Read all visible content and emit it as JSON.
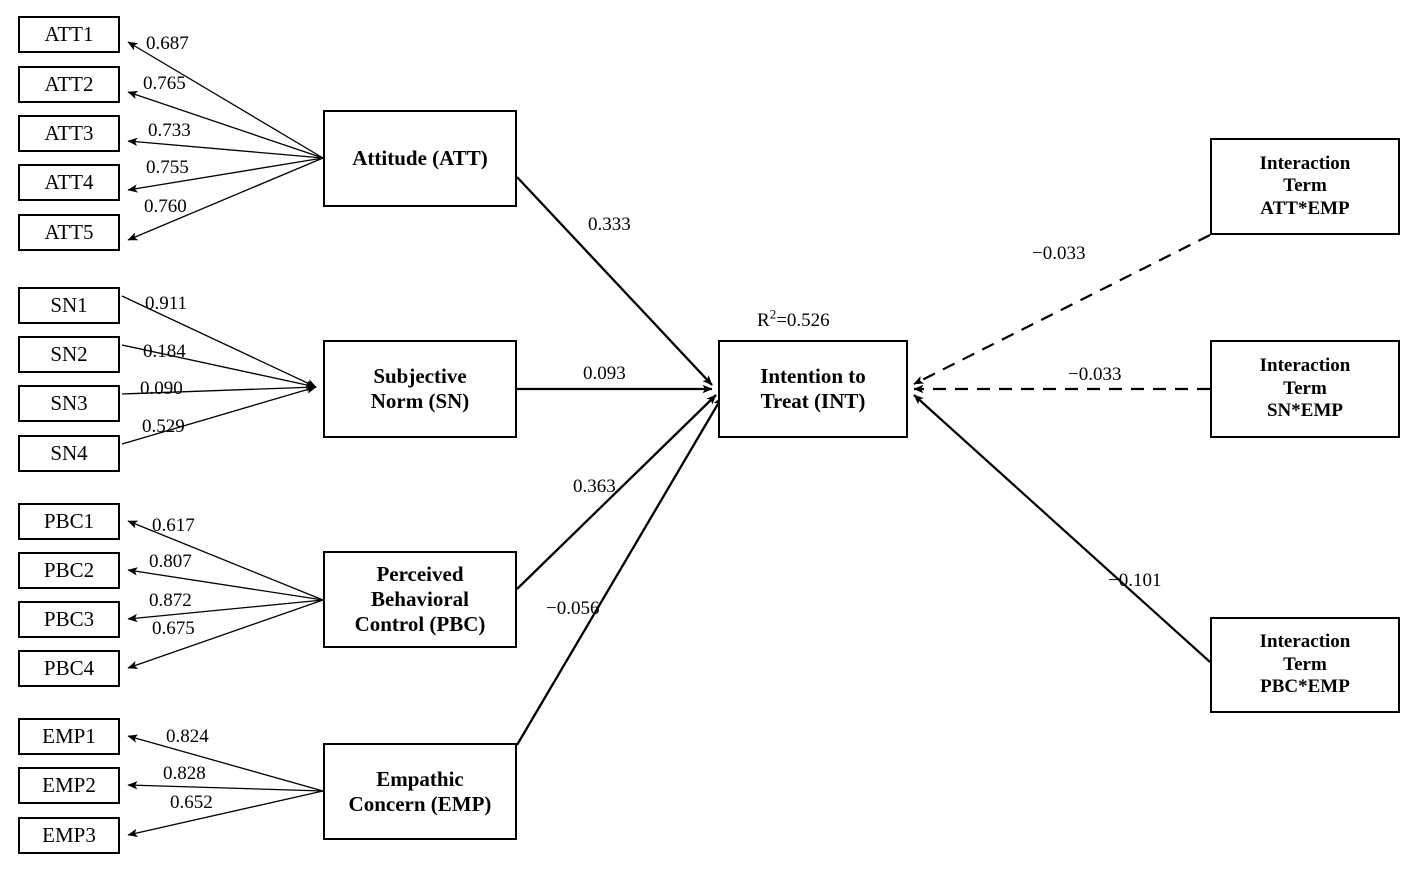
{
  "diagram": {
    "title": "Structural equation model of intention to treat",
    "type": "path-model",
    "r2_label": "R",
    "r2_sup": "2",
    "r2_value": "=0.526"
  },
  "indicators": {
    "att": [
      {
        "id": "ATT1",
        "label": "ATT1",
        "loading": "0.687"
      },
      {
        "id": "ATT2",
        "label": "ATT2",
        "loading": "0.765"
      },
      {
        "id": "ATT3",
        "label": "ATT3",
        "loading": "0.733"
      },
      {
        "id": "ATT4",
        "label": "ATT4",
        "loading": "0.755"
      },
      {
        "id": "ATT5",
        "label": "ATT5",
        "loading": "0.760"
      }
    ],
    "sn": [
      {
        "id": "SN1",
        "label": "SN1",
        "loading": "0.911"
      },
      {
        "id": "SN2",
        "label": "SN2",
        "loading": "0.184"
      },
      {
        "id": "SN3",
        "label": "SN3",
        "loading": "0.090"
      },
      {
        "id": "SN4",
        "label": "SN4",
        "loading": "0.529"
      }
    ],
    "pbc": [
      {
        "id": "PBC1",
        "label": "PBC1",
        "loading": "0.617"
      },
      {
        "id": "PBC2",
        "label": "PBC2",
        "loading": "0.807"
      },
      {
        "id": "PBC3",
        "label": "PBC3",
        "loading": "0.872"
      },
      {
        "id": "PBC4",
        "label": "PBC4",
        "loading": "0.675"
      }
    ],
    "emp": [
      {
        "id": "EMP1",
        "label": "EMP1",
        "loading": "0.824"
      },
      {
        "id": "EMP2",
        "label": "EMP2",
        "loading": "0.828"
      },
      {
        "id": "EMP3",
        "label": "EMP3",
        "loading": "0.652"
      }
    ]
  },
  "constructs": {
    "att": {
      "label": "Attitude (ATT)"
    },
    "sn": {
      "label": "Subjective\nNorm (SN)"
    },
    "pbc": {
      "label": "Perceived\nBehavioral\nControl (PBC)"
    },
    "emp": {
      "label": "Empathic\nConcern (EMP)"
    },
    "int": {
      "label": "Intention to\nTreat (INT)"
    }
  },
  "moderators": {
    "att_emp": {
      "label": "Interaction\nTerm\nATT*EMP"
    },
    "sn_emp": {
      "label": "Interaction\nTerm\nSN*EMP"
    },
    "pbc_emp": {
      "label": "Interaction\nTerm\nPBC*EMP"
    }
  },
  "structural_paths": {
    "att_to_int": "0.333",
    "sn_to_int": "0.093",
    "pbc_to_int": "0.363",
    "emp_to_int": "−0.056",
    "att_emp_to_int": "−0.033",
    "sn_emp_to_int": "−0.033",
    "pbc_emp_to_int": "−0.101"
  },
  "chart_data": {
    "type": "diagram",
    "title": "PLS-SEM path model: Intention to Treat",
    "measurement_model": [
      {
        "construct": "Attitude (ATT)",
        "mode": "reflective",
        "items": [
          "ATT1",
          "ATT2",
          "ATT3",
          "ATT4",
          "ATT5"
        ],
        "loadings": [
          0.687,
          0.765,
          0.733,
          0.755,
          0.76
        ]
      },
      {
        "construct": "Subjective Norm (SN)",
        "mode": "formative",
        "items": [
          "SN1",
          "SN2",
          "SN3",
          "SN4"
        ],
        "loadings": [
          0.911,
          0.184,
          0.09,
          0.529
        ]
      },
      {
        "construct": "Perceived Behavioral Control (PBC)",
        "mode": "reflective",
        "items": [
          "PBC1",
          "PBC2",
          "PBC3",
          "PBC4"
        ],
        "loadings": [
          0.617,
          0.807,
          0.872,
          0.675
        ]
      },
      {
        "construct": "Empathic Concern (EMP)",
        "mode": "reflective",
        "items": [
          "EMP1",
          "EMP2",
          "EMP3"
        ],
        "loadings": [
          0.824,
          0.828,
          0.652
        ]
      }
    ],
    "structural_model": [
      {
        "from": "Attitude (ATT)",
        "to": "Intention to Treat (INT)",
        "coefficient": 0.333,
        "style": "solid"
      },
      {
        "from": "Subjective Norm (SN)",
        "to": "Intention to Treat (INT)",
        "coefficient": 0.093,
        "style": "solid"
      },
      {
        "from": "Perceived Behavioral Control (PBC)",
        "to": "Intention to Treat (INT)",
        "coefficient": 0.363,
        "style": "solid"
      },
      {
        "from": "Empathic Concern (EMP)",
        "to": "Intention to Treat (INT)",
        "coefficient": -0.056,
        "style": "solid"
      },
      {
        "from": "Interaction Term ATT*EMP",
        "to": "Intention to Treat (INT)",
        "coefficient": -0.033,
        "style": "dashed"
      },
      {
        "from": "Interaction Term SN*EMP",
        "to": "Intention to Treat (INT)",
        "coefficient": -0.033,
        "style": "dashed"
      },
      {
        "from": "Interaction Term PBC*EMP",
        "to": "Intention to Treat (INT)",
        "coefficient": -0.101,
        "style": "solid"
      }
    ],
    "endogenous": {
      "construct": "Intention to Treat (INT)",
      "r_squared": 0.526
    }
  }
}
